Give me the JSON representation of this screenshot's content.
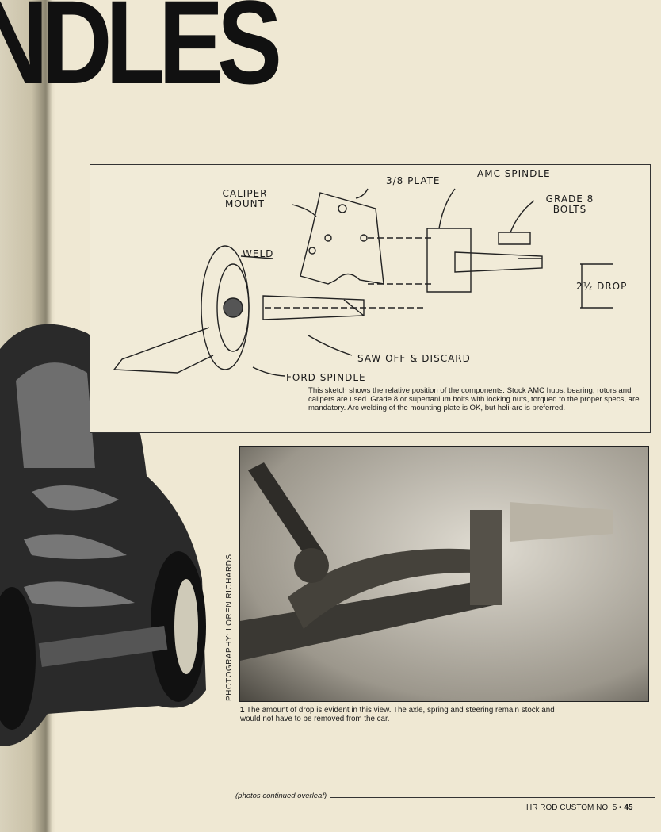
{
  "header": {
    "title": "NDLES"
  },
  "diagram": {
    "labels": {
      "caliper_mount": "CALIPER MOUNT",
      "plate": "3/8 PLATE",
      "amc_spindle": "AMC SPINDLE",
      "grade8": "GRADE 8 BOLTS",
      "weld": "WELD",
      "drop": "2½ DROP",
      "saw_off": "SAW OFF & DISCARD",
      "ford_spindle": "FORD SPINDLE"
    },
    "caption": "This sketch shows the relative position of the components. Stock AMC hubs, bearing, rotors and calipers are used. Grade 8 or supertanium bolts with locking nuts, torqued to the proper specs, are mandatory. Arc welding of the mounting plate is OK, but heli-arc is preferred."
  },
  "photo": {
    "credit": "PHOTOGRAPHY: LOREN RICHARDS",
    "number": "1",
    "caption": "The amount of drop is evident in this view. The axle, spring and steering remain stock and would not have to be removed from the car."
  },
  "footer": {
    "continued": "(photos continued overleaf)",
    "publication": "HR ROD CUSTOM NO. 5 •",
    "page": "45"
  }
}
